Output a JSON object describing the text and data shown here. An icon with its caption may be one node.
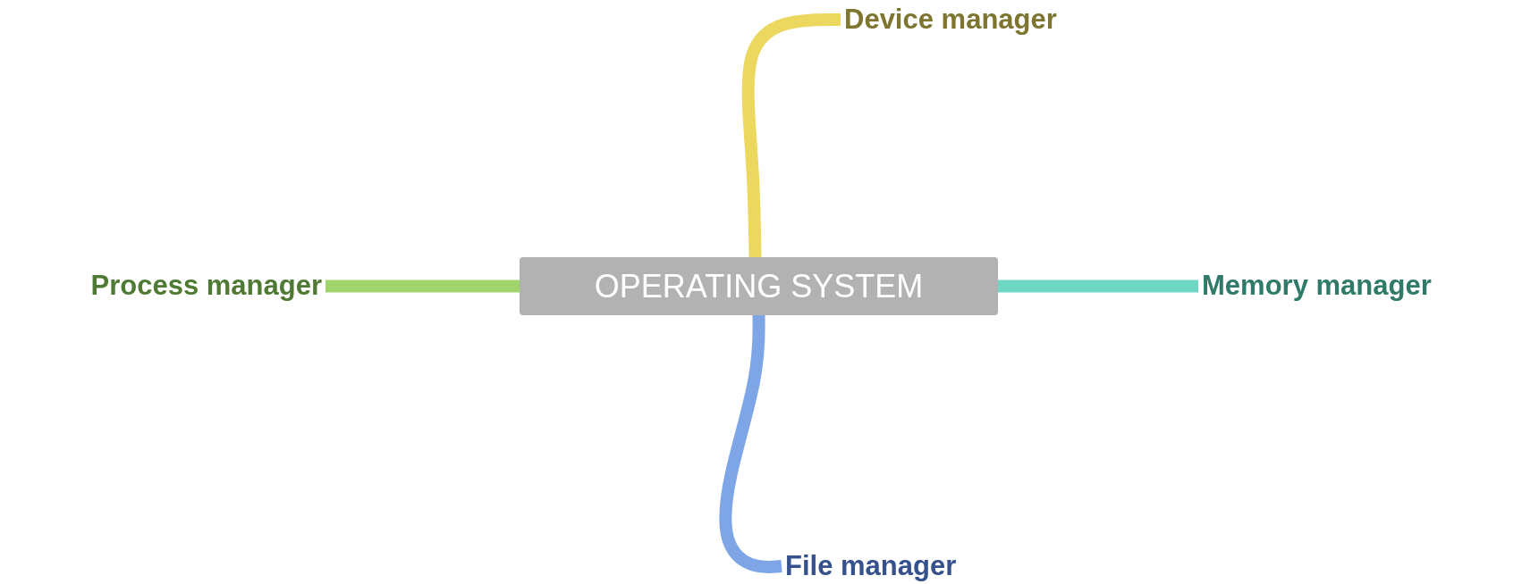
{
  "diagram": {
    "nodes": [
      {
        "text": [
          "Device manager"
        ]
      },
      {
        "text": [
          "Process manager"
        ]
      },
      {
        "text": [
          "OPERATING SYSTEM"
        ]
      },
      {
        "text": [
          "Memory manager"
        ]
      },
      {
        "text": [
          "File manager"
        ]
      }
    ],
    "edges": [
      {
        "from": 2,
        "to": 0,
        "arrow": "none",
        "color": "#ecd85e"
      },
      {
        "from": 2,
        "to": 1,
        "arrow": "none",
        "color": "#9fd56c"
      },
      {
        "from": 2,
        "to": 3,
        "arrow": "none",
        "color": "#6fd8c5"
      },
      {
        "from": 2,
        "to": 4,
        "arrow": "none",
        "color": "#7ea6e6"
      }
    ]
  }
}
